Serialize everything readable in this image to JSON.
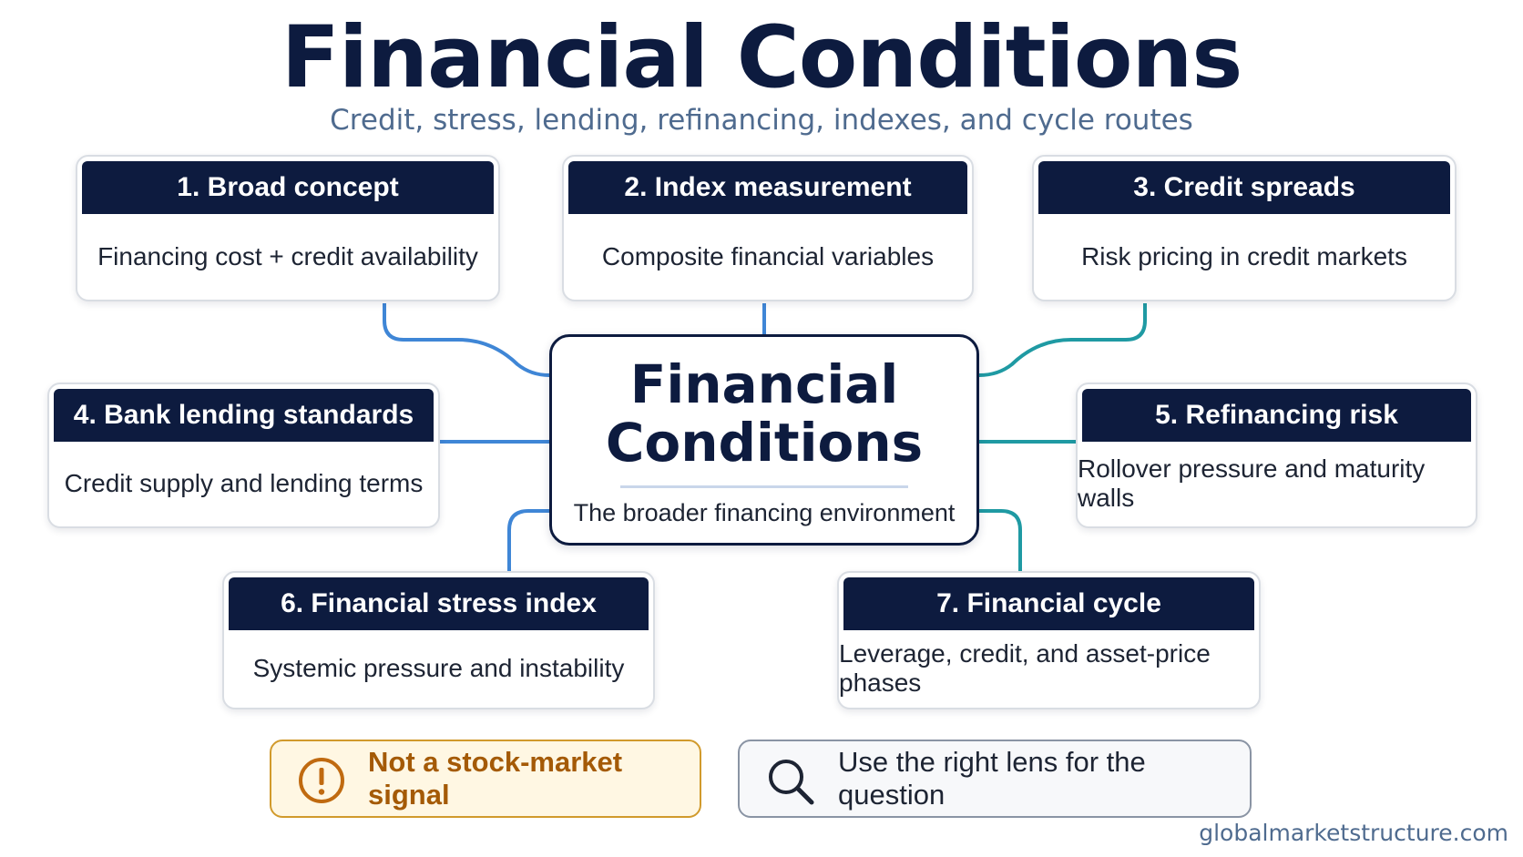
{
  "header": {
    "title": "Financial Conditions",
    "subtitle": "Credit, stress, lending, refinancing, indexes, and cycle routes"
  },
  "center": {
    "title_line1": "Financial",
    "title_line2": "Conditions",
    "subtitle": "The broader financing environment"
  },
  "cards": [
    {
      "title": "1. Broad concept",
      "text": "Financing cost + credit availability"
    },
    {
      "title": "2. Index measurement",
      "text": "Composite financial variables"
    },
    {
      "title": "3. Credit spreads",
      "text": "Risk pricing in credit markets"
    },
    {
      "title": "4. Bank lending standards",
      "text": "Credit supply and lending terms"
    },
    {
      "title": "5. Refinancing risk",
      "text": "Rollover pressure and maturity walls"
    },
    {
      "title": "6. Financial stress index",
      "text": "Systemic pressure and instability"
    },
    {
      "title": "7. Financial cycle",
      "text": "Leverage, credit, and asset-price phases"
    }
  ],
  "notes": {
    "warning": {
      "text": "Not a stock-market signal",
      "icon": "exclamation-icon"
    },
    "lens": {
      "text": "Use the right lens for the question",
      "icon": "magnifier-icon"
    }
  },
  "footer": {
    "site": "globalmarketstructure.com"
  },
  "colors": {
    "navy": "#0d1b3f",
    "connector_blue": "#3f86d6",
    "connector_teal": "#1f9aa3",
    "warning_orange": "#c06a10",
    "warning_fill": "#fff7e3"
  }
}
